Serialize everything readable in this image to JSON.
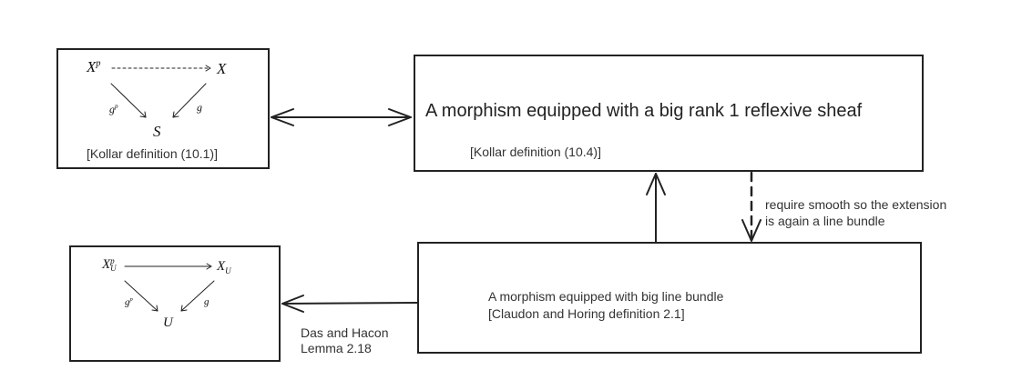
{
  "colors": {
    "stroke": "#222222",
    "text": "#333333",
    "background": "#ffffff"
  },
  "kollar_cd": {
    "top_left_base": "X",
    "top_left_sup": "p",
    "top_right": "X",
    "left_label_base": "g",
    "left_label_sup": "p",
    "right_label": "g",
    "bottom": "S",
    "caption": "[Kollar definition (10.1)]"
  },
  "kollar_box": {
    "title": "A morphism equipped with a big rank 1 reflexive sheaf",
    "caption": "[Kollar definition (10.4)]"
  },
  "claudon_box": {
    "line1": "A morphism equipped with big line bundle",
    "line2": "[Claudon and Horing definition 2.1]"
  },
  "restricted_cd": {
    "top_left_base": "X",
    "top_left_sup": "p",
    "top_left_sub": "U",
    "top_right_base": "X",
    "top_right_sub": "U",
    "left_label_base": "g",
    "left_label_sup": "p",
    "right_label": "g",
    "bottom": "U"
  },
  "edge_labels": {
    "smooth_line1": "require smooth so the extension",
    "smooth_line2": "is again a line bundle",
    "das_line1": "Das and Hacon",
    "das_line2": "Lemma 2.18"
  }
}
